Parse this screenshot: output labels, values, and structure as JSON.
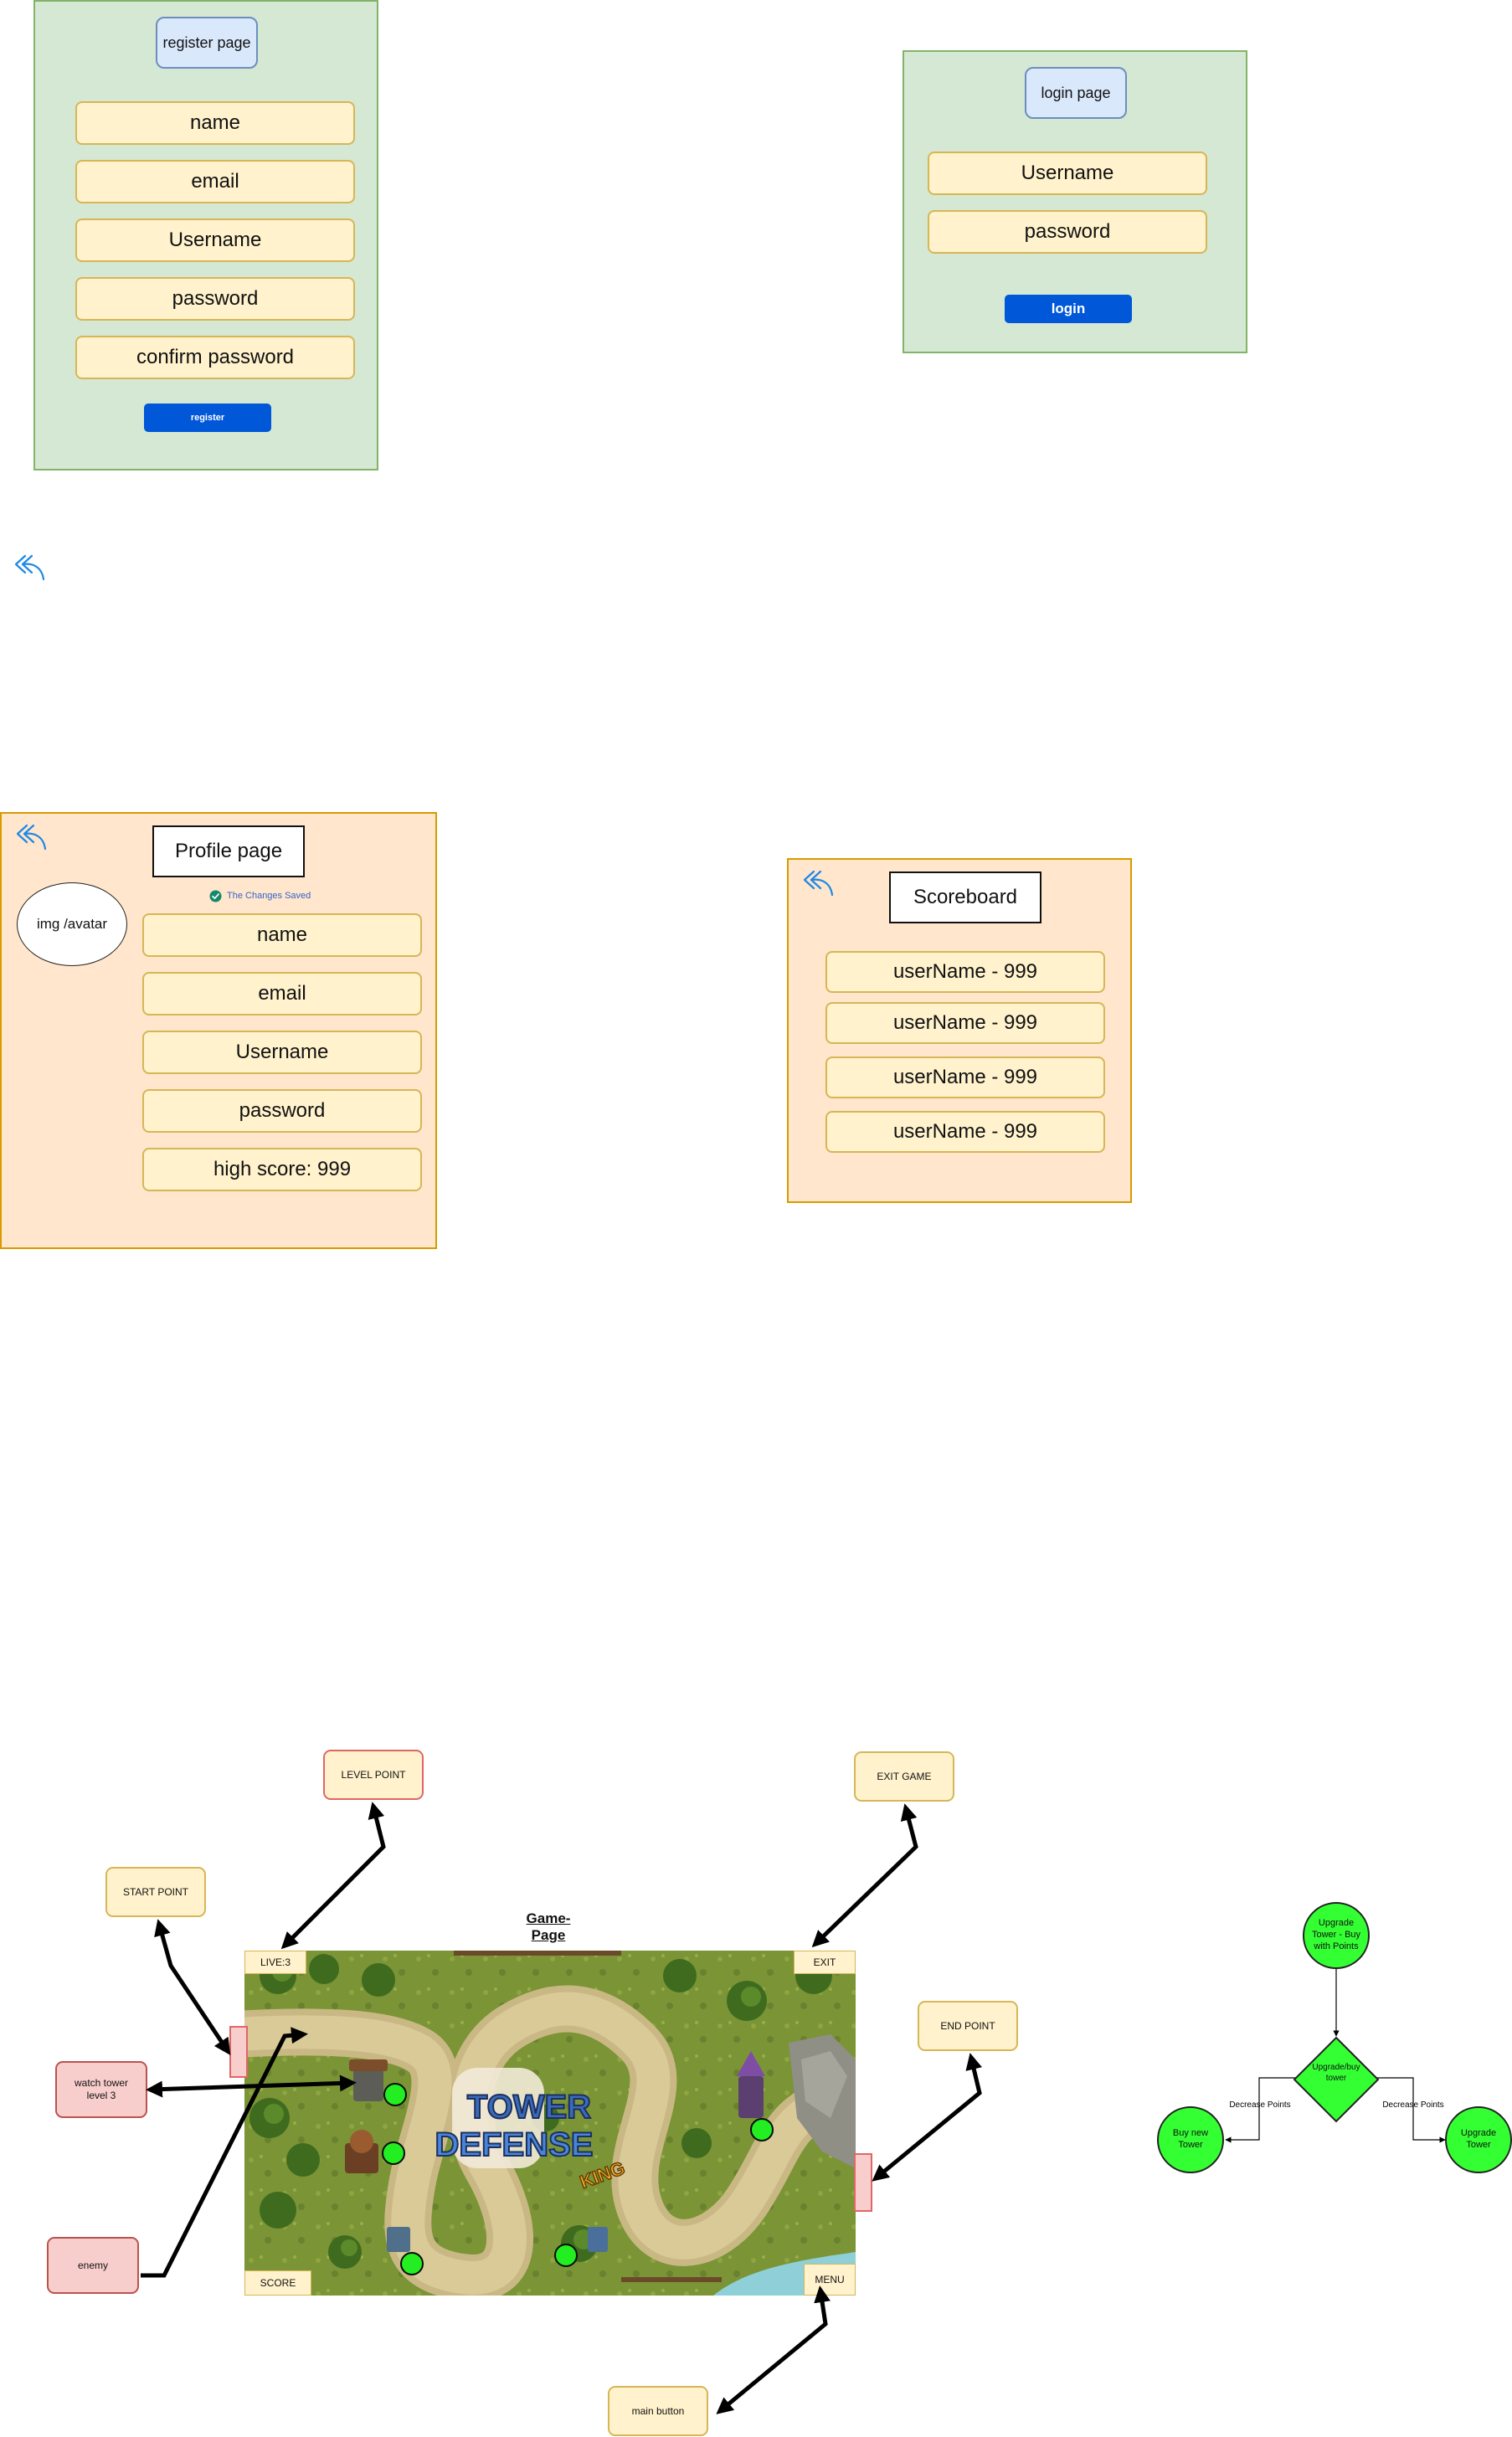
{
  "register": {
    "page_label": "register page",
    "fields": [
      "name",
      "email",
      "Username",
      "password",
      "confirm password"
    ],
    "button": "register"
  },
  "login": {
    "page_label": "login page",
    "fields": [
      "Username",
      "password"
    ],
    "button": "login"
  },
  "profile": {
    "title": "Profile page",
    "saved_message": "The Changes Saved",
    "avatar": "img  /avatar",
    "fields": [
      "name",
      "email",
      "Username",
      "password",
      "high score: 999"
    ]
  },
  "scoreboard": {
    "title": "Scoreboard",
    "rows": [
      "userName - 999",
      "userName - 999",
      "userName - 999",
      "userName - 999"
    ]
  },
  "game": {
    "title": "Game-Page",
    "labels": {
      "live": "LIVE:3",
      "exit": "EXIT",
      "score": "SCORE",
      "menu": "MENU"
    },
    "annotations": {
      "level_point": "LEVEL POINT",
      "exit_game": "EXIT GAME",
      "start_point": "START POINT",
      "end_point": "END POINT",
      "watch_tower": "watch tower level 3",
      "enemy": "enemy",
      "main_button": "main button"
    },
    "logo": {
      "line1": "TOWER",
      "line2": "DEFENSE",
      "line3": "KING"
    }
  },
  "flow": {
    "start": "Upgrade Tower - Buy with Points",
    "decision": "Upgrade/buy tower",
    "left_edge": "Decrease Points",
    "right_edge": "Decrease Points",
    "left_end": "Buy new Tower",
    "right_end": "Upgrade Tower"
  },
  "colors": {
    "panel_green": "#d5e8d4",
    "panel_orange": "#ffe6cc",
    "field_yellow": "#fff2cc",
    "button_blue": "#0057d8",
    "note_red": "#f8cecc",
    "flow_green": "#33ff33",
    "back_icon": "#1e88e5"
  },
  "icons": [
    "back-arrow-icon",
    "check-circle-icon"
  ]
}
